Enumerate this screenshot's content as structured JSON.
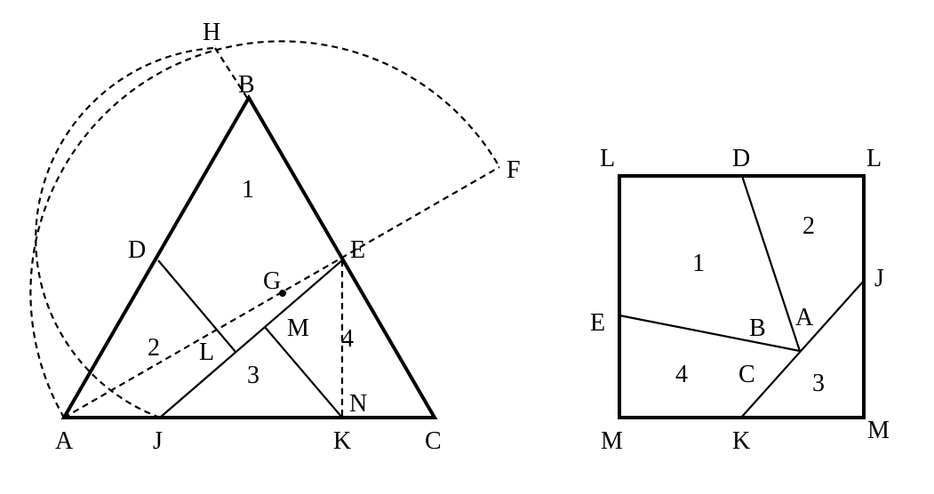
{
  "triangle_figure": {
    "vertex_labels": {
      "A": "A",
      "B": "B",
      "C": "C",
      "D": "D",
      "E": "E",
      "F": "F",
      "G": "G",
      "H": "H",
      "J": "J",
      "K": "K",
      "L": "L",
      "M": "M",
      "N": "N"
    },
    "piece_labels": [
      "1",
      "2",
      "3",
      "4"
    ]
  },
  "square_figure": {
    "corner_labels": {
      "L_left": "L",
      "L_right": "L",
      "M_left": "M",
      "M_right": "M"
    },
    "point_labels": {
      "D": "D",
      "E": "E",
      "J": "J",
      "K": "K",
      "A": "A",
      "B": "B",
      "C": "C"
    },
    "piece_labels": [
      "1",
      "2",
      "3",
      "4"
    ]
  },
  "colors": {
    "stroke": "#000000",
    "background": "#ffffff"
  }
}
